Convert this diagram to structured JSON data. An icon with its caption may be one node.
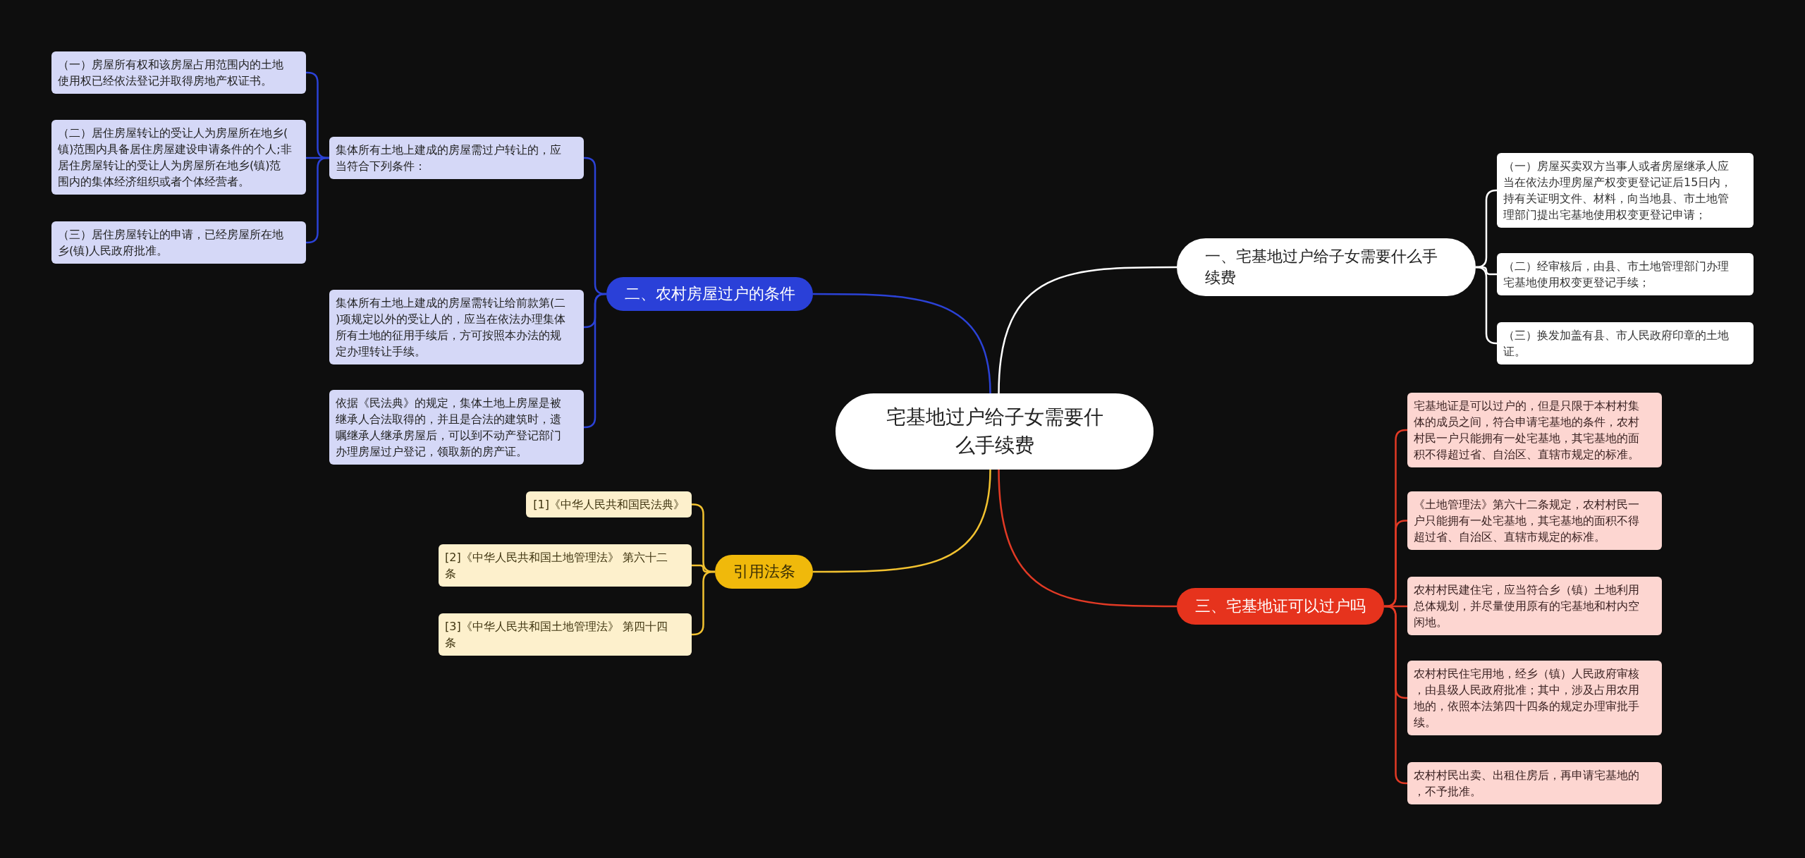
{
  "diagram": {
    "nodes": [
      {
        "text": [
          "宅基地过户给子女需要什么手续费"
        ]
      },
      {
        "text": [
          "一、宅基地过户给子女需要什么手续费"
        ]
      },
      {
        "text": [
          "（一）房屋买卖双方当事人或者房屋继承人应当在依法办理房屋产权变更登记证后15日内，持有关证明文件、材料，向当地县、市土地管理部门提出宅基地使用权变更登记申请；"
        ]
      },
      {
        "text": [
          "（二）经审核后，由县、市土地管理部门办理宅基地使用权变更登记手续；"
        ]
      },
      {
        "text": [
          "（三）换发加盖有县、市人民政府印章的土地证。"
        ]
      },
      {
        "text": [
          "二、农村房屋过户的条件"
        ]
      },
      {
        "text": [
          "集体所有土地上建成的房屋需过户转让的，应当符合下列条件："
        ]
      },
      {
        "text": [
          "（一）房屋所有权和该房屋占用范围内的土地使用权已经依法登记并取得房地产权证书。"
        ]
      },
      {
        "text": [
          "（二）居住房屋转让的受让人为房屋所在地乡(镇)范围内具备居住房屋建设申请条件的个人;非居住房屋转让的受让人为房屋所在地乡(镇)范围内的集体经济组织或者个体经营者。"
        ]
      },
      {
        "text": [
          "（三）居住房屋转让的申请，已经房屋所在地乡(镇)人民政府批准。"
        ]
      },
      {
        "text": [
          "集体所有土地上建成的房屋需转让给前款第(二)项规定以外的受让人的，应当在依法办理集体所有土地的征用手续后，方可按照本办法的规定办理转让手续。"
        ]
      },
      {
        "text": [
          "依据《民法典》的规定，集体土地上房屋是被继承人合法取得的，并且是合法的建筑时，遗嘱继承人继承房屋后，可以到不动产登记部门办理房屋过户登记，领取新的房产证。"
        ]
      },
      {
        "text": [
          "三、宅基地证可以过户吗"
        ]
      },
      {
        "text": [
          "宅基地证是可以过户的，但是只限于本村村集体的成员之间，符合申请宅基地的条件，农村村民一户只能拥有一处宅基地，其宅基地的面积不得超过省、自治区、直辖市规定的标准。"
        ]
      },
      {
        "text": [
          "《土地管理法》第六十二条规定，农村村民一户只能拥有一处宅基地，其宅基地的面积不得超过省、自治区、直辖市规定的标准。"
        ]
      },
      {
        "text": [
          "农村村民建住宅，应当符合乡（镇）土地利用总体规划，并尽量使用原有的宅基地和村内空闲地。"
        ]
      },
      {
        "text": [
          "农村村民住宅用地，经乡（镇）人民政府审核，由县级人民政府批准；其中，涉及占用农用地的，依照本法第四十四条的规定办理审批手续。"
        ]
      },
      {
        "text": [
          "农村村民出卖、出租住房后，再申请宅基地的，不予批准。"
        ]
      },
      {
        "text": [
          "引用法条"
        ]
      },
      {
        "text": [
          "[1]《中华人民共和国民法典》"
        ]
      },
      {
        "text": [
          "[2]《中华人民共和国土地管理法》 第六十二条"
        ]
      },
      {
        "text": [
          "[3]《中华人民共和国土地管理法》 第四十四条"
        ]
      }
    ],
    "edges": [
      {
        "from": 0,
        "to": 1,
        "arrow": "none",
        "color": "#ffffff"
      },
      {
        "from": 1,
        "to": 2,
        "arrow": "none",
        "color": "#ffffff"
      },
      {
        "from": 1,
        "to": 3,
        "arrow": "none",
        "color": "#ffffff"
      },
      {
        "from": 1,
        "to": 4,
        "arrow": "none",
        "color": "#ffffff"
      },
      {
        "from": 0,
        "to": 5,
        "arrow": "none",
        "color": "#2b42d6"
      },
      {
        "from": 5,
        "to": 6,
        "arrow": "none",
        "color": "#2b42d6"
      },
      {
        "from": 6,
        "to": 7,
        "arrow": "none",
        "color": "#2b42d6"
      },
      {
        "from": 6,
        "to": 8,
        "arrow": "none",
        "color": "#2b42d6"
      },
      {
        "from": 6,
        "to": 9,
        "arrow": "none",
        "color": "#2b42d6"
      },
      {
        "from": 5,
        "to": 10,
        "arrow": "none",
        "color": "#2b42d6"
      },
      {
        "from": 5,
        "to": 11,
        "arrow": "none",
        "color": "#2b42d6"
      },
      {
        "from": 0,
        "to": 12,
        "arrow": "none",
        "color": "#e23a25"
      },
      {
        "from": 12,
        "to": 13,
        "arrow": "none",
        "color": "#e23a25"
      },
      {
        "from": 12,
        "to": 14,
        "arrow": "none",
        "color": "#e23a25"
      },
      {
        "from": 12,
        "to": 15,
        "arrow": "none",
        "color": "#e23a25"
      },
      {
        "from": 12,
        "to": 16,
        "arrow": "none",
        "color": "#e23a25"
      },
      {
        "from": 12,
        "to": 17,
        "arrow": "none",
        "color": "#e23a25"
      },
      {
        "from": 0,
        "to": 18,
        "arrow": "none",
        "color": "#f2c230"
      },
      {
        "from": 18,
        "to": 19,
        "arrow": "none",
        "color": "#f2c230"
      },
      {
        "from": 18,
        "to": 20,
        "arrow": "none",
        "color": "#f2c230"
      },
      {
        "from": 18,
        "to": 21,
        "arrow": "none",
        "color": "#f2c230"
      }
    ]
  }
}
